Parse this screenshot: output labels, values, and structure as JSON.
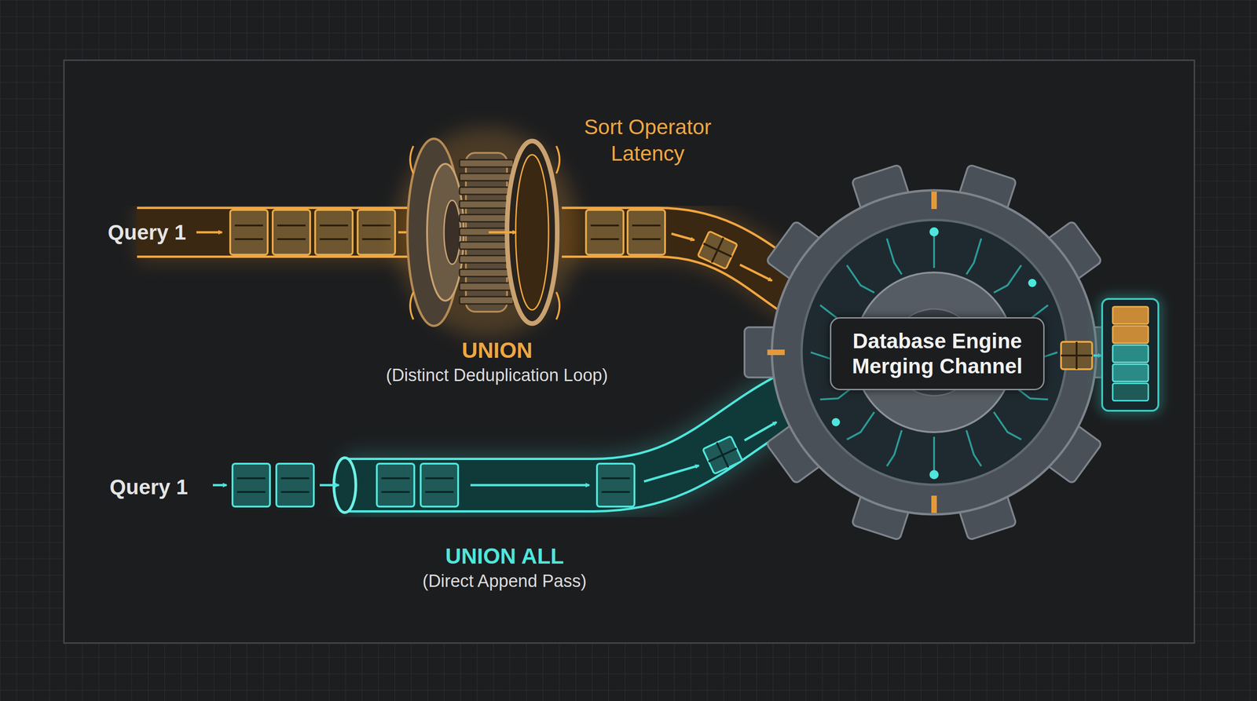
{
  "diagram": {
    "nodes": [
      {
        "text": [
          "Database Engine Merging Channel"
        ]
      }
    ],
    "labels": [
      "Query 1",
      "Sort Operator Latency",
      "UNION",
      "(Distinct Deduplication Loop)",
      "Query 1",
      "UNION ALL",
      "(Direct Append Pass)"
    ]
  }
}
